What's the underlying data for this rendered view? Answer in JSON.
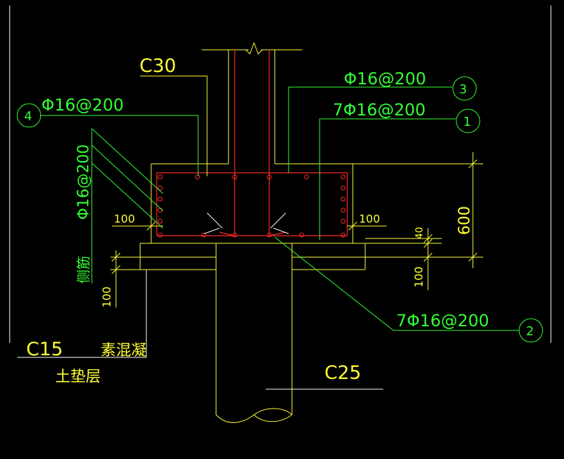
{
  "colors": {
    "background": "#000000",
    "concrete_outline": "#ffff33",
    "annotation": "#33ff33",
    "rebar": "#ff2a2a",
    "frame": "#ffffff"
  },
  "labels": {
    "column_grade": "C30",
    "pile_grade": "C25",
    "bedding_grade": "C15",
    "bedding_material": "素混凝",
    "bedding_layer": "土垫层",
    "side_rebar_vertical": "Φ16@200",
    "side_rebar_label": "侧筋"
  },
  "callouts": [
    {
      "id": "3",
      "text": "Φ16@200"
    },
    {
      "id": "1",
      "text": "7Φ16@200"
    },
    {
      "id": "4",
      "text": "Φ16@200"
    },
    {
      "id": "2",
      "text": "7Φ16@200"
    }
  ],
  "dimensions": {
    "cap_height": "600",
    "cover_left": "100",
    "cover_right": "100",
    "bottom_cover": "40",
    "bedding_right": "100",
    "bedding_left": "100"
  },
  "icons": {
    "break_symbol": "zigzag-break-icon",
    "pile_cut": "pile-cut-icon"
  }
}
